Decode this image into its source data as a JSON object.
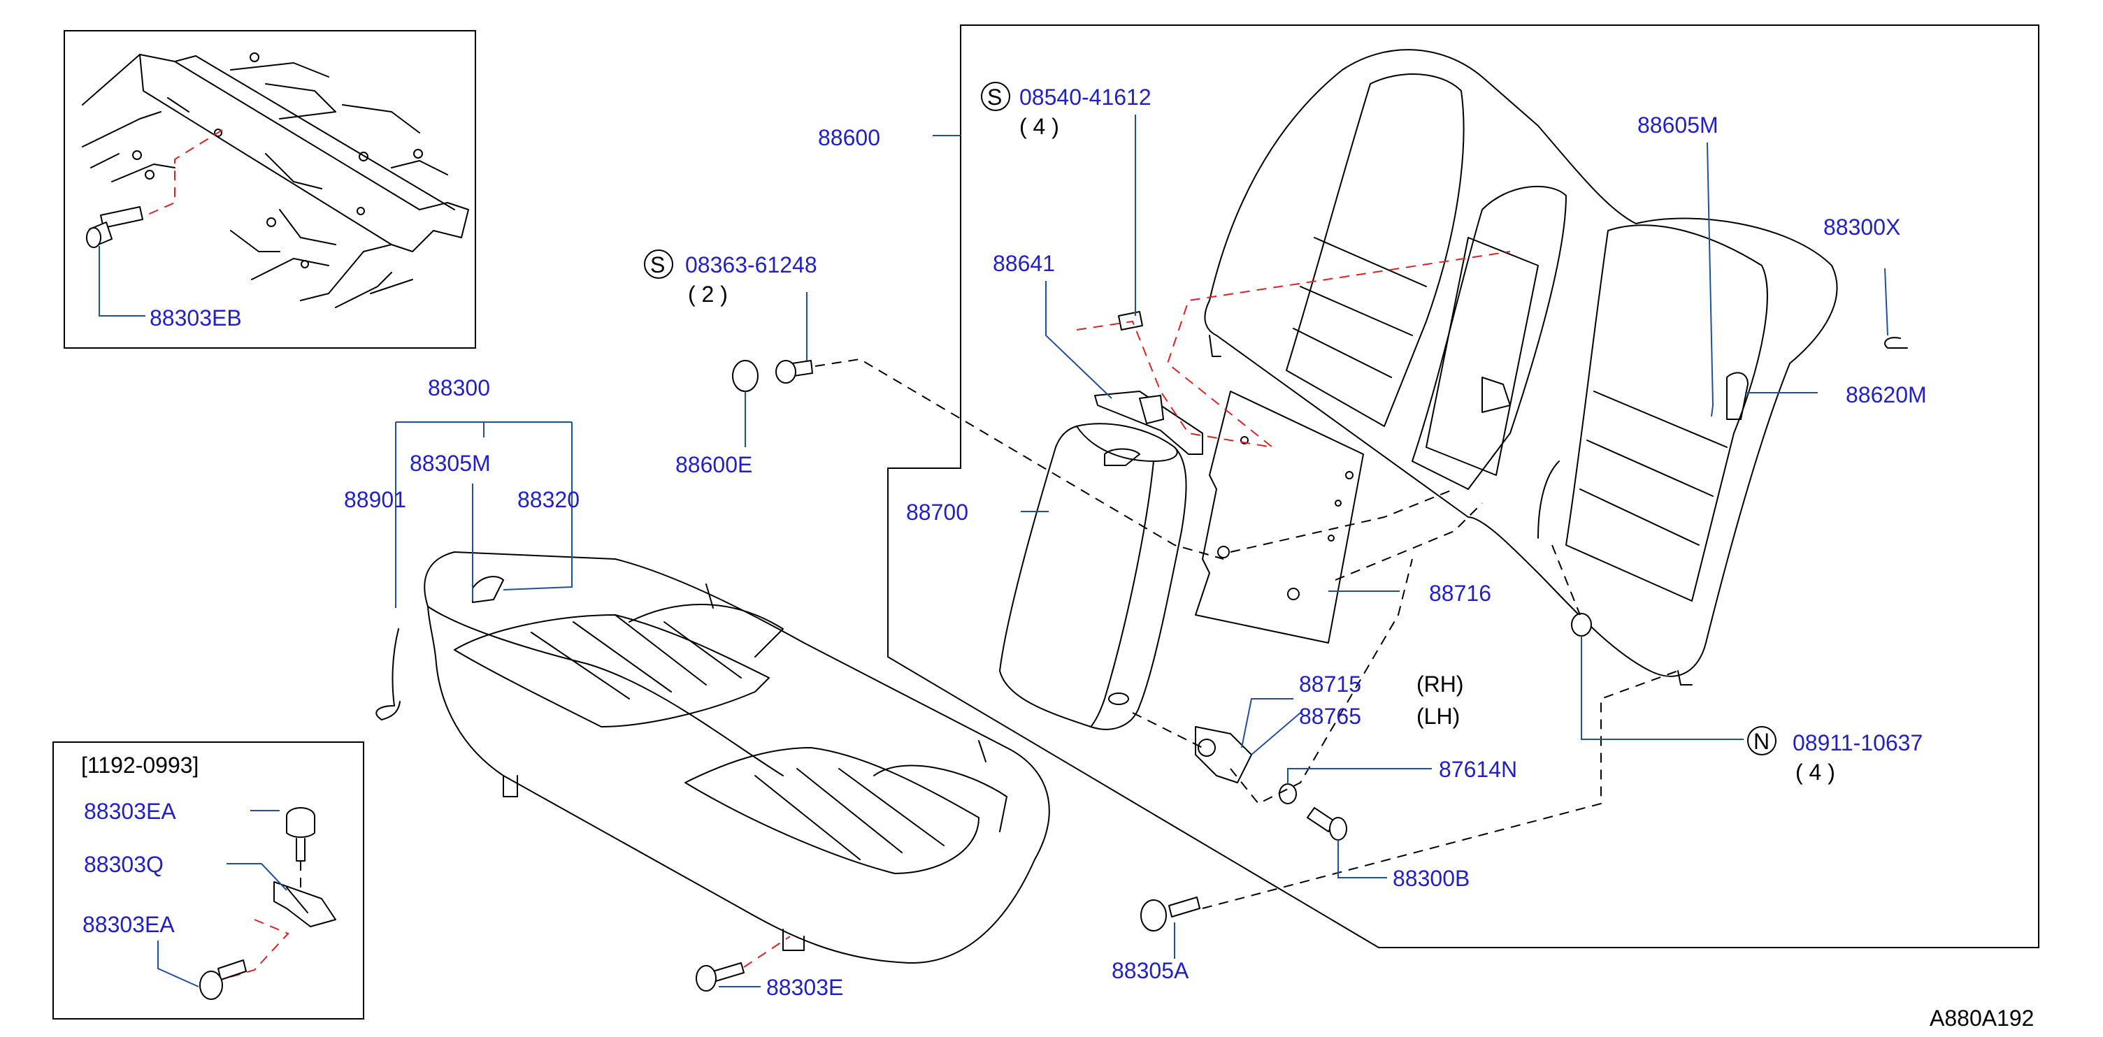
{
  "colors": {
    "part_number": "#1f1fcc",
    "leader": "#1f4f9f",
    "line": "#000000",
    "locator": "#e02020",
    "background": "#ffffff"
  },
  "reference": "A880A192",
  "inset_bottom_label": "[1192-0993]",
  "variants": {
    "rh": "(RH)",
    "lh": "(LH)"
  },
  "callouts": {
    "p88303EB": "88303EB",
    "p88300": "88300",
    "p88305M": "88305M",
    "p88901": "88901",
    "p88320": "88320",
    "p88303E": "88303E",
    "p88303EA_top": "88303EA",
    "p88303Q": "88303Q",
    "p88303EA_bottom": "88303EA",
    "p88600": "88600",
    "p88600E": "88600E",
    "p88641": "88641",
    "p88700": "88700",
    "p88716": "88716",
    "p88715": "88715",
    "p88765": "88765",
    "p87614N": "87614N",
    "p88300B": "88300B",
    "p88305A": "88305A",
    "p88605M": "88605M",
    "p88300X": "88300X",
    "p88620M": "88620M"
  },
  "fasteners": [
    {
      "symbol": "S",
      "number": "08540-41612",
      "qty": "( 4 )"
    },
    {
      "symbol": "S",
      "number": "08363-61248",
      "qty": "( 2 )"
    },
    {
      "symbol": "N",
      "number": "08911-10637",
      "qty": "( 4 )"
    }
  ]
}
